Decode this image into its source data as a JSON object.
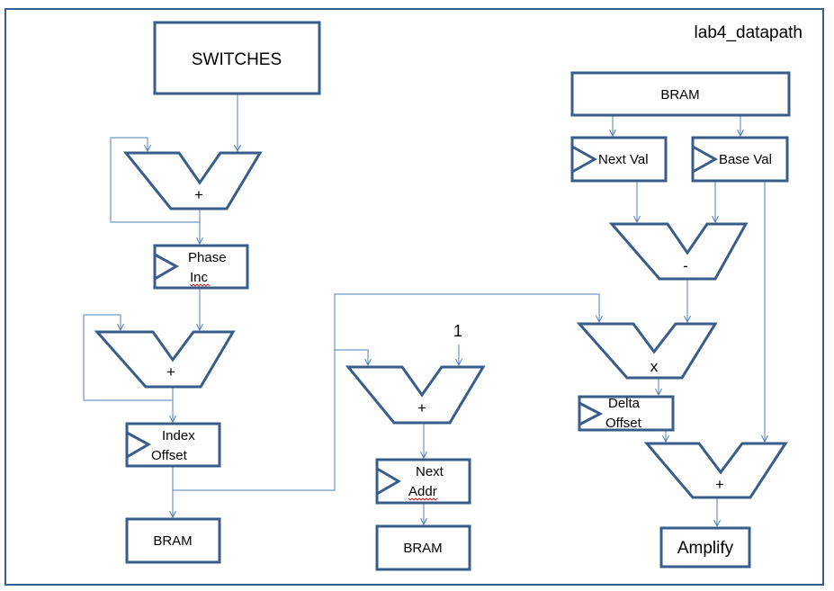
{
  "title": "lab4_datapath",
  "colors": {
    "block_stroke": "#385D8A",
    "wire": "#4F81BD",
    "text": "#000000",
    "frame": "#385D8A"
  },
  "blocks": {
    "switches": "SWITCHES",
    "phase_inc": [
      "Phase",
      "Inc"
    ],
    "index_offset": [
      "Index",
      "Offset"
    ],
    "bram_left": "BRAM",
    "next_addr": [
      "Next",
      "Addr"
    ],
    "bram_mid": "BRAM",
    "bram_top": "BRAM",
    "next_val": "Next Val",
    "base_val": "Base Val",
    "delta_offset": [
      "Delta",
      "Offset"
    ],
    "amplify": "Amplify"
  },
  "alus": {
    "adder_1": "+",
    "adder_2": "+",
    "adder_3": "+",
    "subtractor": "-",
    "multiplier": "x",
    "adder_4": "+"
  },
  "constants": {
    "one": "1"
  }
}
